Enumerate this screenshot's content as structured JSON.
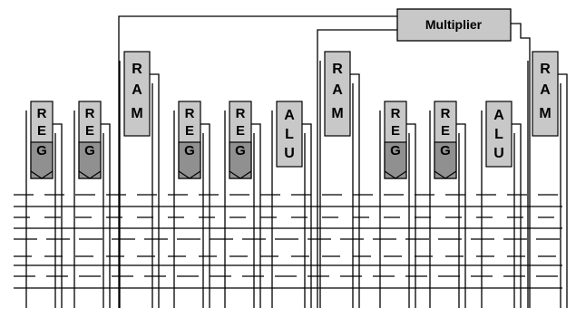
{
  "multiplier": {
    "label": "Multiplier"
  },
  "blocks": [
    {
      "kind": "REG",
      "letters": [
        "R",
        "E",
        "G"
      ]
    },
    {
      "kind": "REG",
      "letters": [
        "R",
        "E",
        "G"
      ]
    },
    {
      "kind": "RAM",
      "letters": [
        "R",
        "A",
        "M"
      ]
    },
    {
      "kind": "REG",
      "letters": [
        "R",
        "E",
        "G"
      ]
    },
    {
      "kind": "REG",
      "letters": [
        "R",
        "E",
        "G"
      ]
    },
    {
      "kind": "ALU",
      "letters": [
        "A",
        "L",
        "U"
      ]
    },
    {
      "kind": "RAM",
      "letters": [
        "R",
        "A",
        "M"
      ]
    },
    {
      "kind": "REG",
      "letters": [
        "R",
        "E",
        "G"
      ]
    },
    {
      "kind": "REG",
      "letters": [
        "R",
        "E",
        "G"
      ]
    },
    {
      "kind": "ALU",
      "letters": [
        "A",
        "L",
        "U"
      ]
    },
    {
      "kind": "RAM",
      "letters": [
        "R",
        "A",
        "M"
      ]
    }
  ],
  "colors": {
    "reg_fill": "#c8c8c8",
    "reg_fill_dark": "#909090",
    "ram_fill": "#c8c8c8",
    "alu_fill": "#c8c8c8",
    "multiplier_fill": "#c8c8c8",
    "wire": "#000000"
  }
}
